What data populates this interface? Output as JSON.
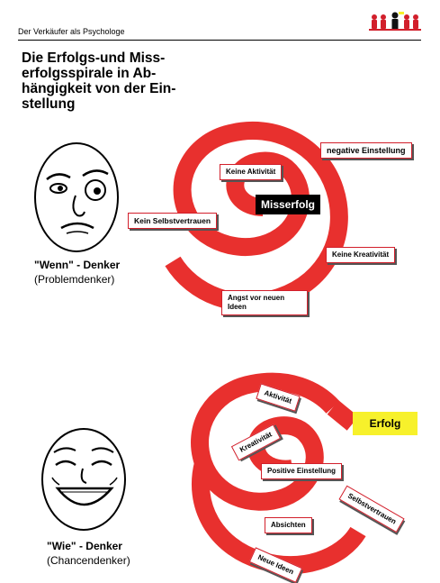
{
  "header": {
    "title": "Der Verkäufer als Psychologe"
  },
  "page": {
    "title_lines": [
      "Die Erfolgs-und Miss-",
      "erfolgsspirale in Ab-",
      "hängigkeit von der Ein-",
      "stellung"
    ]
  },
  "top_section": {
    "thinker_name": "\"Wenn\" - Denker",
    "thinker_type": "(Problemdenker)",
    "center_label": "Misserfolg",
    "labels": {
      "no_activity": "Keine Aktivität",
      "negative_attitude": "negative Einstellung",
      "no_confidence": "Kein Selbstvertrauen",
      "no_creativity": "Keine Kreativität",
      "fear_new_ideas": "Angst vor neuen Ideen"
    }
  },
  "bottom_section": {
    "thinker_name": "\"Wie\" - Denker",
    "thinker_type": "(Chancendenker)",
    "goal_label": "Erfolg",
    "labels": {
      "activity": "Aktivität",
      "creativity": "Kreativität",
      "positive_attitude": "Positive Einstellung",
      "confidence": "Selbstvertrauen",
      "intentions": "Absichten",
      "new_ideas": "Neue Ideen"
    }
  },
  "colors": {
    "spiral": "#e8302e",
    "box_border": "#d21f2b",
    "goal": "#f7f12b"
  }
}
